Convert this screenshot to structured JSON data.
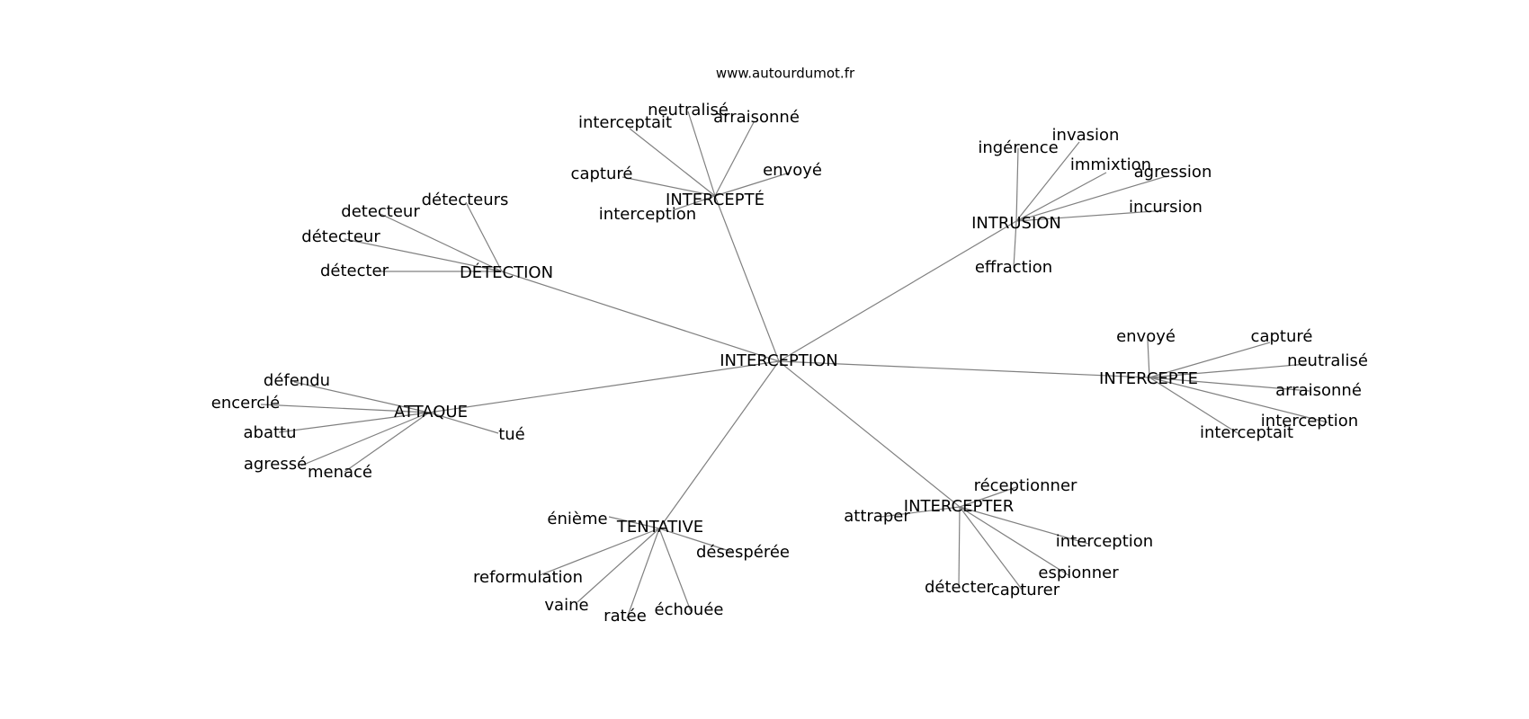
{
  "source": "www.autourdumot.fr",
  "colors": {
    "edge": "#808080",
    "text": "#000000",
    "background": "#ffffff"
  },
  "graph": {
    "center": "INTERCEPTION",
    "groups": [
      {
        "hub": "INTERCEPTÉ",
        "words": [
          "neutralisé",
          "interceptait",
          "arraisonné",
          "capturé",
          "envoyé",
          "interception"
        ]
      },
      {
        "hub": "INTRUSION",
        "words": [
          "invasion",
          "ingérence",
          "immixtion",
          "agression",
          "incursion",
          "effraction"
        ]
      },
      {
        "hub": "DÉTECTION",
        "words": [
          "détecteurs",
          "detecteur",
          "détecteur",
          "détecter"
        ]
      },
      {
        "hub": "INTERCEPTE",
        "words": [
          "envoyé",
          "capturé",
          "neutralisé",
          "arraisonné",
          "interception",
          "interceptait"
        ]
      },
      {
        "hub": "ATTAQUE",
        "words": [
          "défendu",
          "encerclé",
          "abattu",
          "tué",
          "agressé",
          "menacé"
        ]
      },
      {
        "hub": "TENTATIVE",
        "words": [
          "énième",
          "désespérée",
          "reformulation",
          "vaine",
          "ratée",
          "échouée"
        ]
      },
      {
        "hub": "INTERCEPTER",
        "words": [
          "réceptionner",
          "attraper",
          "interception",
          "espionner",
          "détecter",
          "capturer"
        ]
      }
    ]
  }
}
